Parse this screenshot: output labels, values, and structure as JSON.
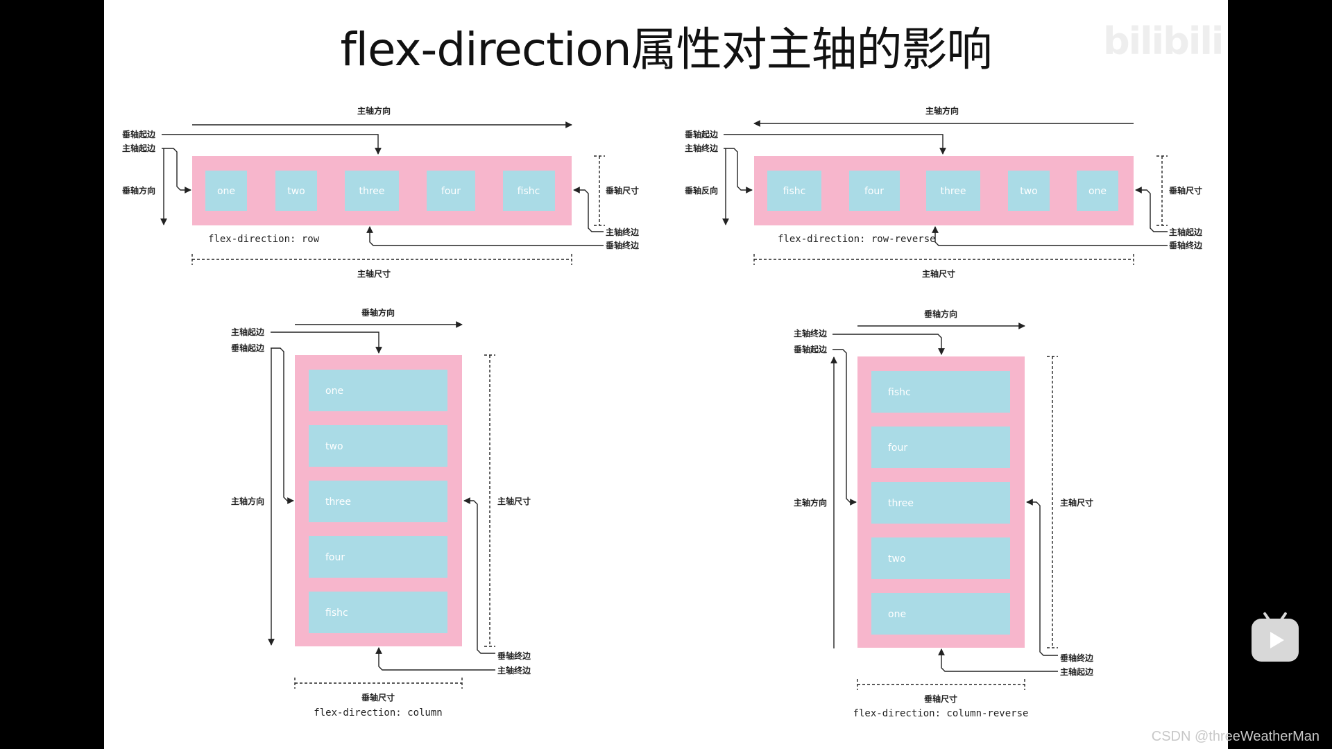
{
  "title": "flex-direction属性对主轴的影响",
  "logo": "bilibili",
  "watermark": "CSDN @threeWeatherMan",
  "colors": {
    "container": "#f7b6cc",
    "item": "#aadbe6",
    "item_text": "#ffffff",
    "line": "#222222"
  },
  "play_icon": "play-icon",
  "diagrams": {
    "row": {
      "caption": "flex-direction: row",
      "items": [
        "one",
        "two",
        "three",
        "four",
        "fishc"
      ],
      "labels": {
        "main_direction": "主轴方向",
        "cross_start": "垂轴起边",
        "main_start": "主轴起边",
        "cross_direction": "垂轴方向",
        "cross_size": "垂轴尺寸",
        "main_end": "主轴终边",
        "cross_end": "垂轴终边",
        "main_size": "主轴尺寸"
      }
    },
    "row_reverse": {
      "caption": "flex-direction: row-reverse",
      "items": [
        "fishc",
        "four",
        "three",
        "two",
        "one"
      ],
      "labels": {
        "main_direction": "主轴方向",
        "cross_start": "垂轴起边",
        "main_end": "主轴终边",
        "cross_reverse": "垂轴反向",
        "cross_size": "垂轴尺寸",
        "main_start": "主轴起边",
        "cross_end": "垂轴终边",
        "main_size": "主轴尺寸"
      }
    },
    "column": {
      "caption": "flex-direction: column",
      "items": [
        "one",
        "two",
        "three",
        "four",
        "fishc"
      ],
      "labels": {
        "cross_direction": "垂轴方向",
        "main_start": "主轴起边",
        "cross_start": "垂轴起边",
        "main_direction": "主轴方向",
        "main_size": "主轴尺寸",
        "cross_end": "垂轴终边",
        "main_end": "主轴终边",
        "cross_size": "垂轴尺寸"
      }
    },
    "column_reverse": {
      "caption": "flex-direction: column-reverse",
      "items": [
        "fishc",
        "four",
        "three",
        "two",
        "one"
      ],
      "labels": {
        "cross_direction": "垂轴方向",
        "main_end": "主轴终边",
        "cross_start": "垂轴起边",
        "main_direction": "主轴方向",
        "main_size": "主轴尺寸",
        "cross_end": "垂轴终边",
        "main_start": "主轴起边",
        "cross_size": "垂轴尺寸"
      }
    }
  }
}
